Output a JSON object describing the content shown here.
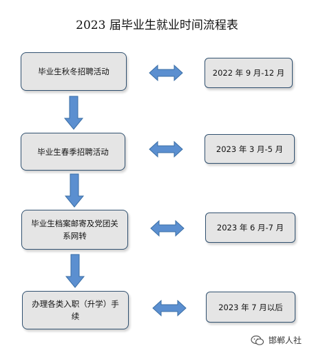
{
  "title": "2023 届毕业生就业时间流程表",
  "stages": [
    {
      "label": "毕业生秋冬招聘活动",
      "date": "2022 年 9 月-12 月"
    },
    {
      "label": "毕业生春季招聘活动",
      "date": "2023 年 3 月-5 月"
    },
    {
      "label": "毕业生档案邮寄及党团关系网转",
      "date": "2023 年 6 月-7 月"
    },
    {
      "label": "办理各类入职（升学）手续",
      "date": "2023 年 7 月以后"
    }
  ],
  "watermark": "邯郸人社",
  "colors": {
    "arrow": "#5b8fd0",
    "arrow_stroke": "#3a6ea5",
    "box_fill": "#e5e5e5",
    "box_border": "#2f4f6e"
  }
}
